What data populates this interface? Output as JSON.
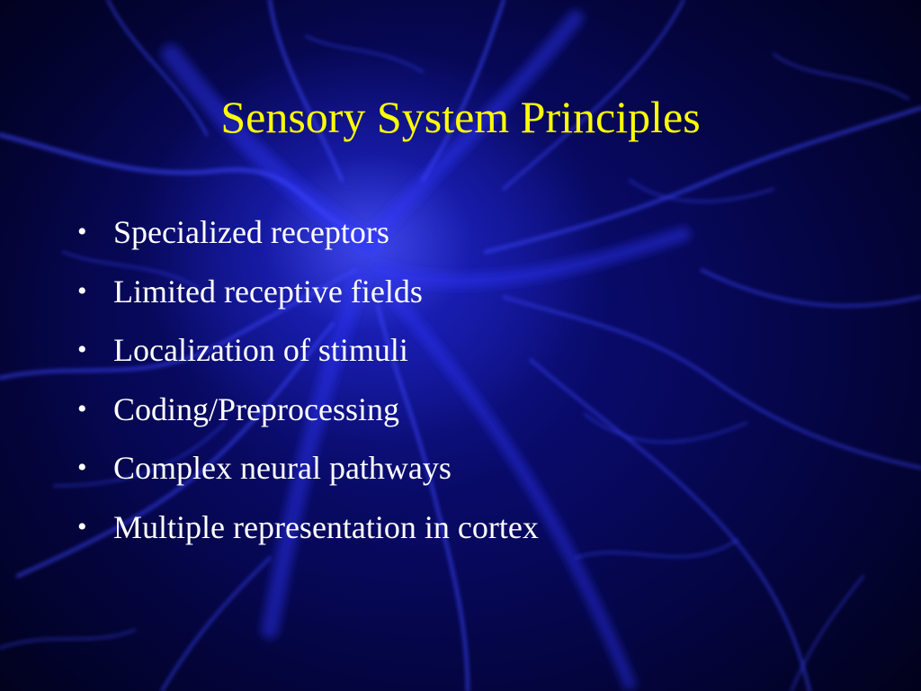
{
  "slide": {
    "title": "Sensory System Principles",
    "bullets": [
      "Specialized receptors",
      "Limited receptive fields",
      "Localization of stimuli",
      "Coding/Preprocessing",
      "Complex neural pathways",
      "Multiple representation in cortex"
    ],
    "bullet_glyph": "•"
  },
  "colors": {
    "title": "#ffff00",
    "text": "#ffffff",
    "background": "#05064a",
    "accent_glow": "#4650ff"
  }
}
